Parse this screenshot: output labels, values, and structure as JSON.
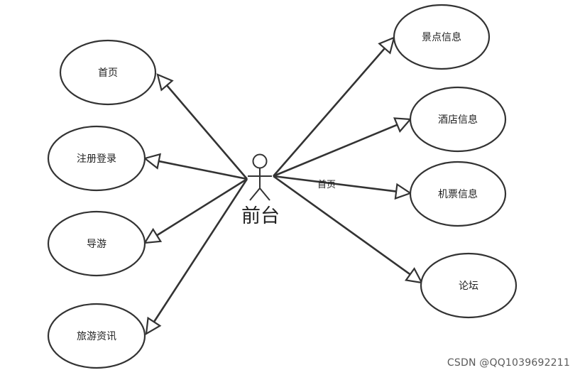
{
  "actor": {
    "label": "前台"
  },
  "use_cases": {
    "left": [
      "首页",
      "注册登录",
      "导游",
      "旅游资讯"
    ],
    "right": [
      "景点信息",
      "酒店信息",
      "机票信息",
      "论坛"
    ]
  },
  "edge_label": "首页",
  "watermark": "CSDN @QQ1039692211"
}
